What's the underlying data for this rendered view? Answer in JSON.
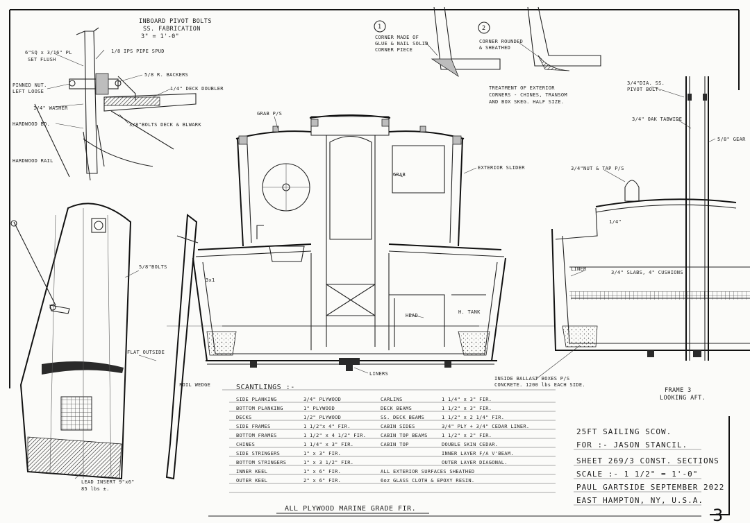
{
  "notes": {
    "inboard_pivot": [
      "INBOARD PIVOT BOLTS",
      "SS. FABRICATION",
      "3\" = 1'-0\""
    ],
    "pivot_callouts": {
      "sq": [
        "6\"SQ x 3/16\" PL",
        "SET FLUSH"
      ],
      "pipe_spud": "1/8 IPS PIPE SPUD",
      "rod": "5/8 R. BACKERS",
      "deck_doubler": "1/4\" DECK DOUBLER",
      "pinned_nut": [
        "PINNED NUT.",
        "LEFT LOOSE"
      ],
      "washer": "1/4\" WASHER",
      "bolts_deck": "3/8\"BOLTS DECK & BLWARK",
      "hardwood_bd": "HARDWOOD BD.",
      "hardwood_rail": "HARDWOOD RAIL"
    },
    "detail1": [
      "CORNER MADE OF",
      "GLUE & NAIL SOLID",
      "CORNER PIECE"
    ],
    "detail2": [
      "CORNER ROUNDED",
      "& SHEATHED"
    ],
    "detail_label_1": "1",
    "detail_label_2": "2",
    "treatment": [
      "TREATMENT OF EXTERIOR",
      "CORNERS - CHINES, TRANSOM",
      "AND BOX SKEG.  HALF SIZE."
    ],
    "ss_pivot": [
      "3/4\"DIA. SS.",
      "PIVOT BOLT."
    ],
    "oak_tabwide": "3/4\" OAK TABWIDE",
    "gear": "5/8\" GEAR",
    "snubbed": "3/4\"NUT & TAP P/S",
    "dim_14": "1/4\"",
    "bbs_ps": "GRAB P/S",
    "grab": "GRAB",
    "exterior_slider": "EXTERIOR SLIDER",
    "three_x1": "3x1",
    "head": "HEAD",
    "h_tank": "H. TANK",
    "bolts_58": "5/8\"BOLTS",
    "flat_outside": "FLAT OUTSIDE",
    "foil_wedge": "FOIL WEDGE",
    "lead_insert": [
      "LEAD INSERT  9\"x6\"",
      "85 lbs ±."
    ],
    "liner": "LINER",
    "berths": "3/4\" SLABS, 4\" CUSHIONS",
    "ballast": [
      "INSIDE BALLAST BOXES P/S",
      "CONCRETE.  1200 lbs EACH SIDE."
    ],
    "frame": [
      "FRAME 3",
      "LOOKING AFT."
    ],
    "inner_label": "LINERS"
  },
  "scantlings": {
    "title": "SCANTLINGS :-",
    "left": [
      [
        "SIDE PLANKING",
        "3/4\" PLYWOOD"
      ],
      [
        "BOTTOM PLANKING",
        "1\" PLYWOOD"
      ],
      [
        "DECKS",
        "1/2\" PLYWOOD"
      ],
      [
        "SIDE FRAMES",
        "1 1/2\"x 4\" FIR."
      ],
      [
        "BOTTOM FRAMES",
        "1 1/2\" x 4 1/2\" FIR."
      ],
      [
        "CHINES",
        "1 1/4\" x 3\" FIR."
      ],
      [
        "SIDE STRINGERS",
        "1\" x 3\" FIR."
      ],
      [
        "BOTTOM STRINGERS",
        "1\" x 3 1/2\" FIR."
      ],
      [
        "INNER KEEL",
        "1\" x 6\" FIR."
      ],
      [
        "OUTER KEEL",
        "2\" x 6\" FIR."
      ]
    ],
    "right": [
      [
        "CARLINS",
        "1 1/4\" x 3\" FIR."
      ],
      [
        "DECK BEAMS",
        "1 1/2\" x 3\" FIR."
      ],
      [
        "SS. DECK BEAMS",
        "1 1/2\" x 2 1/4\" FIR."
      ],
      [
        "CABIN SIDES",
        "3/4\" PLY + 3/4\" CEDAR LINER."
      ],
      [
        "CABIN TOP BEAMS",
        "1 1/2\" x 2\" FIR."
      ],
      [
        "CABIN TOP",
        "DOUBLE SKIN CEDAR."
      ],
      [
        "",
        "INNER LAYER F/A V'BEAM."
      ],
      [
        "",
        "OUTER LAYER DIAGONAL."
      ],
      [
        "ALL EXTERIOR SURFACES SHEATHED",
        ""
      ],
      [
        "6oz GLASS CLOTH & EPOXY RESIN.",
        ""
      ]
    ],
    "footer": "ALL PLYWOOD MARINE GRADE FIR."
  },
  "title_block": {
    "line1": "25FT SAILING SCOW.",
    "line2": "FOR :- JASON STANCIL.",
    "line3": "SHEET 269/3 CONST. SECTIONS",
    "line4": "SCALE :- 1 1/2\" = 1'-0\"",
    "line5": "PAUL GARTSIDE     SEPTEMBER 2022",
    "line6": "EAST HAMPTON, NY, U.S.A.",
    "sheet_number": "3"
  }
}
